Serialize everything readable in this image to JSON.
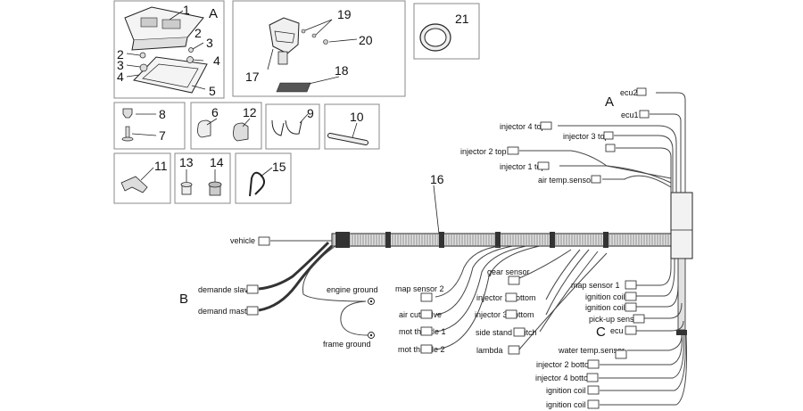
{
  "parts": {
    "p1": "1",
    "p2a": "2",
    "p2b": "2",
    "p3a": "3",
    "p3b": "3",
    "p4a": "4",
    "p4b": "4",
    "p5": "5",
    "p6": "6",
    "p7": "7",
    "p8": "8",
    "p9": "9",
    "p10": "10",
    "p11": "11",
    "p12": "12",
    "p13": "13",
    "p14": "14",
    "p15": "15",
    "p16": "16",
    "p17": "17",
    "p18": "18",
    "p19": "19",
    "p20": "20",
    "p21": "21"
  },
  "letters": {
    "a_top": "A",
    "a_right": "A",
    "b": "B",
    "c": "C"
  },
  "connectors": {
    "ecu2": "ecu2",
    "ecu1": "ecu1",
    "injector4_top": "injector 4 top",
    "injector3_top": "injector 3 top",
    "injector2_top": "injector 2 top",
    "injector1_top": "injector 1 top",
    "air_temp_sensor": "air temp.sensor",
    "vehicle": "vehicle",
    "demande_slave": "demande slave",
    "demand_master": "demand master",
    "engine_ground": "engine ground",
    "frame_ground": "frame ground",
    "map_sensor_2": "map sensor 2",
    "air_cut_valve": "air cut valve",
    "mot_throttle_1": "mot throttle 1",
    "mot_throttle_2": "mot throttle 2",
    "gear_sensor": "gear sensor",
    "injector1_bottom": "injector 1 bottom",
    "injector3_bottom": "injector 3 bottom",
    "side_stand_switch": "side stand switch",
    "lambda": "lambda",
    "map_sensor_1": "map sensor 1",
    "ignition_coil_3": "ignition coil 3",
    "ignition_coil_1": "ignition coil 1",
    "pickup_sensor": "pick-up sensor",
    "ecu": "ecu",
    "water_temp_sensor": "water temp.sensor",
    "injector2_bottom": "injector 2 bottom",
    "injector4_bottom": "injector 4 bottom",
    "ignition_coil_2": "ignition coil 2",
    "ignition_coil_4": "ignition coil 4"
  }
}
